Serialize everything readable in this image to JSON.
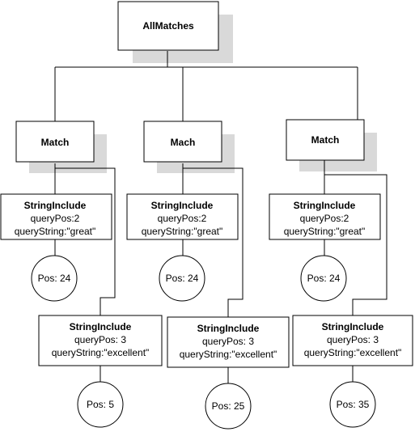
{
  "colors": {
    "box_fill": "#ffffff",
    "stroke": "#000000",
    "shadow": "#d9d9d9",
    "background": "#ffffff"
  },
  "nodes": {
    "root": {
      "label": "AllMatches"
    },
    "matches": [
      {
        "label": "Match",
        "include1": {
          "title": "StringInclude",
          "query_pos": "queryPos:2",
          "query_string": "queryString:\"great\"",
          "pos": "Pos: 24"
        },
        "include2": {
          "title": "StringInclude",
          "query_pos": "queryPos: 3",
          "query_string": "queryString:\"excellent\"",
          "pos": "Pos: 5"
        }
      },
      {
        "label": "Mach",
        "include1": {
          "title": "StringInclude",
          "query_pos": "queryPos:2",
          "query_string": "queryString:\"great\"",
          "pos": "Pos: 24"
        },
        "include2": {
          "title": "StringInclude",
          "query_pos": "queryPos: 3",
          "query_string": "queryString:\"excellent\"",
          "pos": "Pos: 25"
        }
      },
      {
        "label": "Match",
        "include1": {
          "title": "StringInclude",
          "query_pos": "queryPos:2",
          "query_string": "queryString:\"great\"",
          "pos": "Pos: 24"
        },
        "include2": {
          "title": "StringInclude",
          "query_pos": "queryPos: 3",
          "query_string": "queryString:\"excellent\"",
          "pos": "Pos: 35"
        }
      }
    ]
  }
}
